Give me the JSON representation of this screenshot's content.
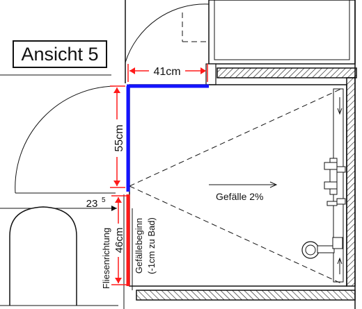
{
  "view_label": "Ansicht 5",
  "dimensions": {
    "top_width": "41cm",
    "left_length": "55cm",
    "lower_length": "46cm",
    "small": "23",
    "small_sup": "5"
  },
  "notes": {
    "slope": "Gefälle 2%",
    "slope_start_line1": "Gefällebeginn",
    "slope_start_line2": "(-1cm zu Bad)",
    "tile_direction": "Fliesenrichtung"
  },
  "colors": {
    "wall_blue": "#1414ff",
    "wall_red": "#ff1a1a",
    "dimension_red": "#ff1a1a",
    "line": "#111111"
  }
}
